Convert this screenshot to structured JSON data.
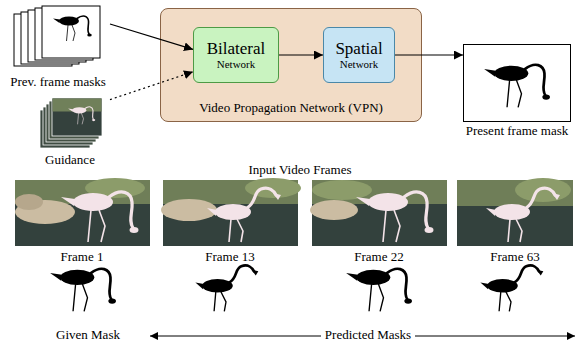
{
  "diagram": {
    "nodes": [
      {
        "text": [
          "Prev. frame masks"
        ]
      },
      {
        "text": [
          "Video Propagation Network (VPN)"
        ]
      },
      {
        "text": [
          "Bilateral",
          "Network"
        ],
        "in": 1
      },
      {
        "text": [
          "Spatial",
          "Network"
        ],
        "in": 1
      },
      {
        "text": [
          "Present frame mask"
        ]
      },
      {
        "text": [
          "Guidance"
        ]
      }
    ],
    "edges": [
      {
        "from": 0,
        "to": 2,
        "arrow": "to"
      },
      {
        "from": 5,
        "to": 2,
        "arrow": "to"
      },
      {
        "from": 2,
        "to": 3,
        "arrow": "to"
      },
      {
        "from": 3,
        "to": 4,
        "arrow": "to"
      }
    ],
    "labels": [
      "Input Video Frames",
      "Frame 1",
      "Frame 13",
      "Frame 22",
      "Frame 63",
      "Given Mask",
      "Predicted Masks"
    ]
  }
}
